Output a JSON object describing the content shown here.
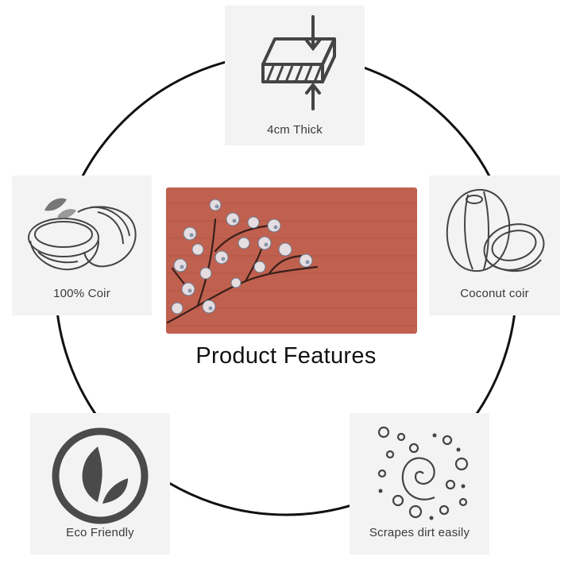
{
  "headline": "Product Features",
  "features": {
    "thick": {
      "label": "4cm Thick",
      "icon": "compressed-block-icon"
    },
    "coir": {
      "label": "100% Coir",
      "icon": "coconut-halves-icon"
    },
    "coconut": {
      "label": "Coconut coir",
      "icon": "coconut-icon"
    },
    "eco": {
      "label": "Eco Friendly",
      "icon": "leaf-circle-icon"
    },
    "scrape": {
      "label": "Scrapes dirt easily",
      "icon": "dirt-swirl-icon"
    }
  },
  "colors": {
    "mat": "#c0604f",
    "card": "#f3f3f3",
    "ring": "#111111",
    "icon": "#4a4a4a"
  }
}
